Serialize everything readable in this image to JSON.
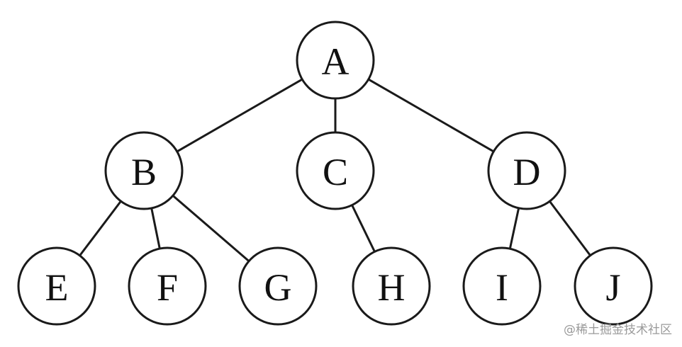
{
  "diagram": {
    "type": "tree",
    "nodes": [
      {
        "id": "A",
        "label": "A",
        "level": 0
      },
      {
        "id": "B",
        "label": "B",
        "level": 1
      },
      {
        "id": "C",
        "label": "C",
        "level": 1
      },
      {
        "id": "D",
        "label": "D",
        "level": 1
      },
      {
        "id": "E",
        "label": "E",
        "level": 2
      },
      {
        "id": "F",
        "label": "F",
        "level": 2
      },
      {
        "id": "G",
        "label": "G",
        "level": 2
      },
      {
        "id": "H",
        "label": "H",
        "level": 2
      },
      {
        "id": "I",
        "label": "I",
        "level": 2
      },
      {
        "id": "J",
        "label": "J",
        "level": 2
      }
    ],
    "edges": [
      {
        "from": "A",
        "to": "B"
      },
      {
        "from": "A",
        "to": "C"
      },
      {
        "from": "A",
        "to": "D"
      },
      {
        "from": "B",
        "to": "E"
      },
      {
        "from": "B",
        "to": "F"
      },
      {
        "from": "B",
        "to": "G"
      },
      {
        "from": "C",
        "to": "H"
      },
      {
        "from": "D",
        "to": "I"
      },
      {
        "from": "D",
        "to": "J"
      }
    ]
  },
  "watermark": {
    "text": "@稀土掘金技术社区"
  }
}
